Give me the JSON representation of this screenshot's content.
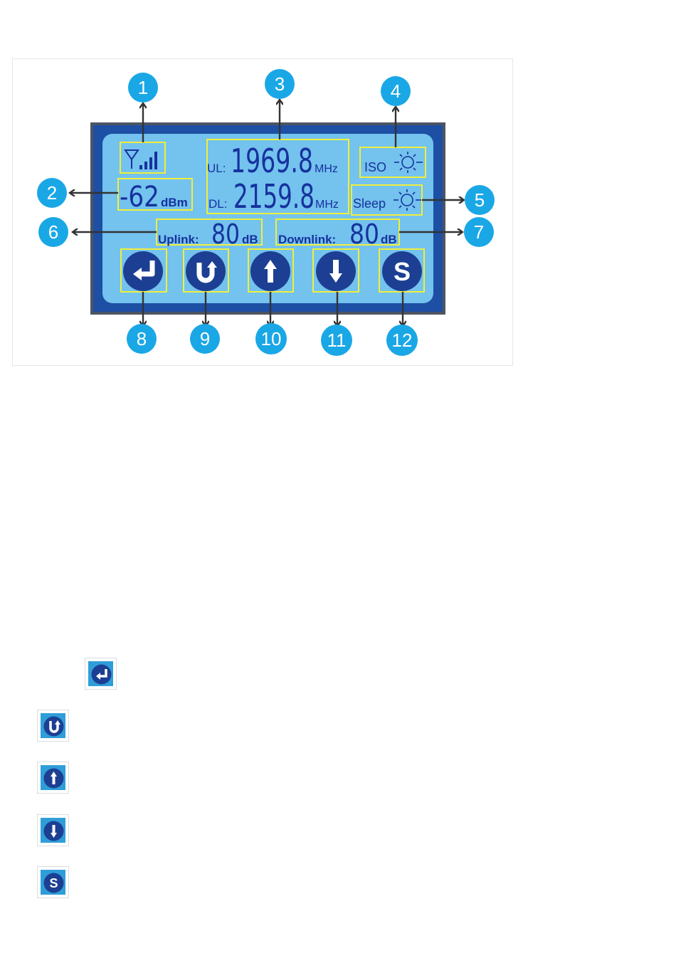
{
  "display": {
    "signal_unit": "dBm",
    "signal_value": "-62",
    "ul_label": "UL:",
    "ul_value": "1969.8",
    "ul_unit": "MHz",
    "dl_label": "DL:",
    "dl_value": "2159.8",
    "dl_unit": "MHz",
    "iso_label": "ISO",
    "sleep_label": "Sleep",
    "uplink_label": "Uplink:",
    "uplink_value": "80",
    "uplink_unit": "dB",
    "downlink_label": "Downlink:",
    "downlink_value": "80",
    "downlink_unit": "dB"
  },
  "buttons": [
    {
      "name": "enter",
      "icon": "enter-icon"
    },
    {
      "name": "back",
      "icon": "u-turn-icon"
    },
    {
      "name": "up",
      "icon": "arrow-up-icon"
    },
    {
      "name": "down",
      "icon": "arrow-down-icon"
    },
    {
      "name": "set",
      "icon": "s-letter-icon"
    }
  ],
  "callouts": [
    "1",
    "2",
    "3",
    "4",
    "5",
    "6",
    "7",
    "8",
    "9",
    "10",
    "11",
    "12"
  ],
  "colors": {
    "lcd_background": "#74c2ee",
    "lcd_frame": "#1d4fa5",
    "lcd_text": "#16329e",
    "highlight_box": "#f0ef3a",
    "callout_circle": "#1aa7e6",
    "button_fill": "#1c3f93"
  }
}
